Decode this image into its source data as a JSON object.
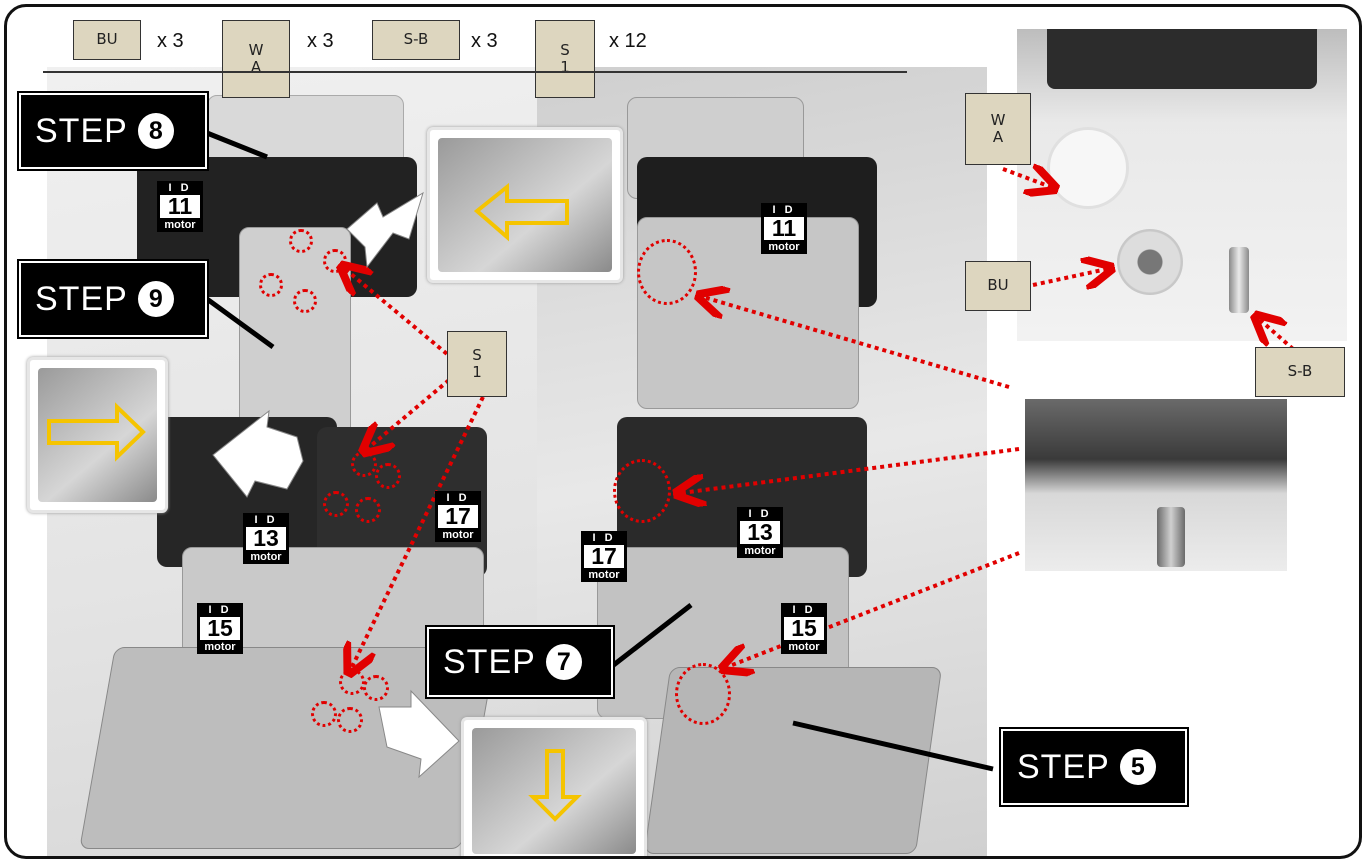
{
  "parts_header": {
    "items": [
      {
        "code": "BU",
        "qty": "x 3"
      },
      {
        "code": "W\nA",
        "qty": "x 3"
      },
      {
        "code": "S-B",
        "qty": "x 3"
      },
      {
        "code": "S\n1",
        "qty": "x 12"
      }
    ]
  },
  "steps": {
    "step8": {
      "word": "STEP",
      "num": "8"
    },
    "step9": {
      "word": "STEP",
      "num": "9"
    },
    "step7": {
      "word": "STEP",
      "num": "7"
    },
    "step5": {
      "word": "STEP",
      "num": "5"
    }
  },
  "motors": {
    "left_11": {
      "id": "I D",
      "num": "11",
      "sub": "motor"
    },
    "left_13": {
      "id": "I D",
      "num": "13",
      "sub": "motor"
    },
    "left_17": {
      "id": "I D",
      "num": "17",
      "sub": "motor"
    },
    "left_15": {
      "id": "I D",
      "num": "15",
      "sub": "motor"
    },
    "right_11": {
      "id": "I D",
      "num": "11",
      "sub": "motor"
    },
    "right_13": {
      "id": "I D",
      "num": "13",
      "sub": "motor"
    },
    "right_17": {
      "id": "I D",
      "num": "17",
      "sub": "motor"
    },
    "right_15": {
      "id": "I D",
      "num": "15",
      "sub": "motor"
    }
  },
  "callouts": {
    "s1_center": "S\n1",
    "wa_right": "W\nA",
    "bu_right": "BU",
    "sb_right": "S-B"
  },
  "colors": {
    "dotted_arrow": "#e10000",
    "tag_fill": "#ddd6bf",
    "direction_arrow": "#f5c400"
  }
}
